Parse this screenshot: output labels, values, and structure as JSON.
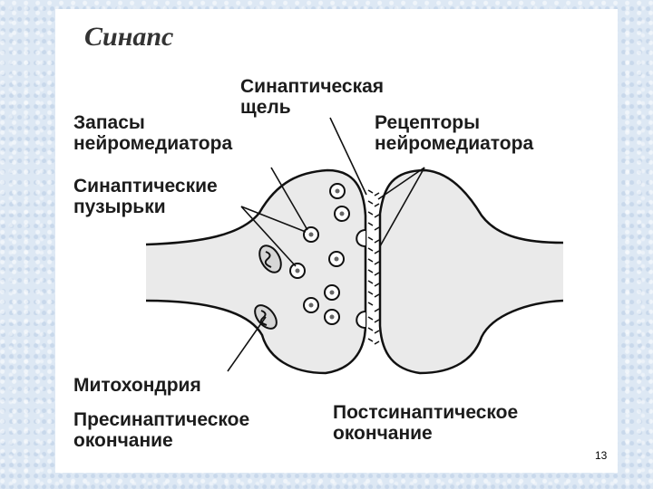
{
  "title": "Синапс",
  "labels": {
    "cleft": "Синаптическая\nщель",
    "stores": "Запасы\nнейромедиатора",
    "receptors": "Рецепторы\nнейромедиатора",
    "vesicles": "Синаптические\nпузырьки",
    "mitochondrion": "Митохондрия",
    "presynaptic": "Пресинаптическое\nокончание",
    "postsynaptic": "Постсинаптическое\nокончание"
  },
  "slide_number": "13",
  "colors": {
    "membrane_fill": "#eaeaea",
    "outline": "#111111",
    "text": "#1c1c1c",
    "slide_bg": "#dde8f4"
  }
}
